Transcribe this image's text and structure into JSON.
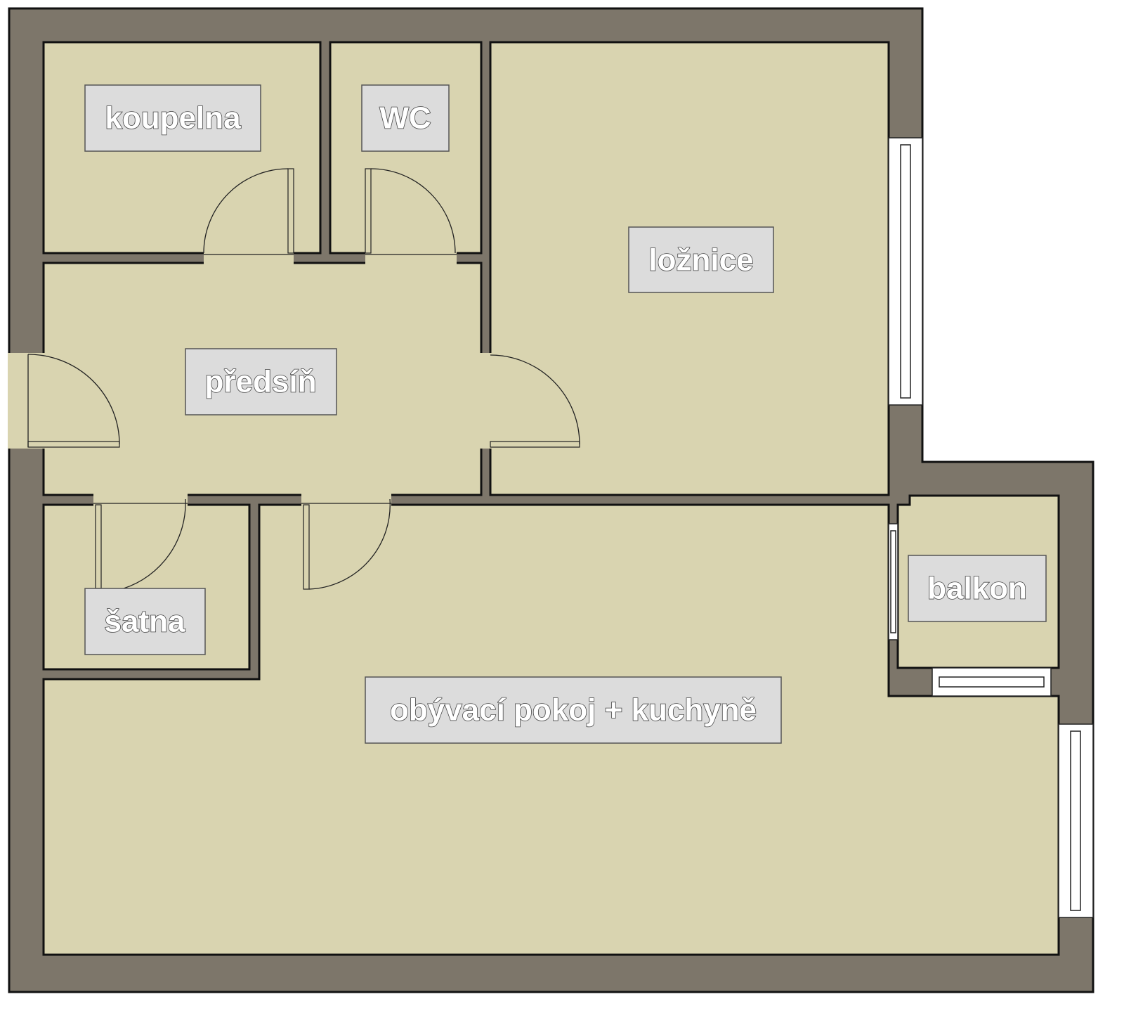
{
  "colors": {
    "wall": "#7d766a",
    "floor": "#d9d4b0",
    "label_bg": "#dcdcdc",
    "window": "#ffffff"
  },
  "rooms": [
    {
      "id": "koupelna",
      "label": "koupelna"
    },
    {
      "id": "wc",
      "label": "WC"
    },
    {
      "id": "loznice",
      "label": "ložnice"
    },
    {
      "id": "predsin",
      "label": "předsíň"
    },
    {
      "id": "satna",
      "label": "šatna"
    },
    {
      "id": "balkon",
      "label": "balkon"
    },
    {
      "id": "obyvak",
      "label": "obývací pokoj + kuchyně"
    }
  ]
}
